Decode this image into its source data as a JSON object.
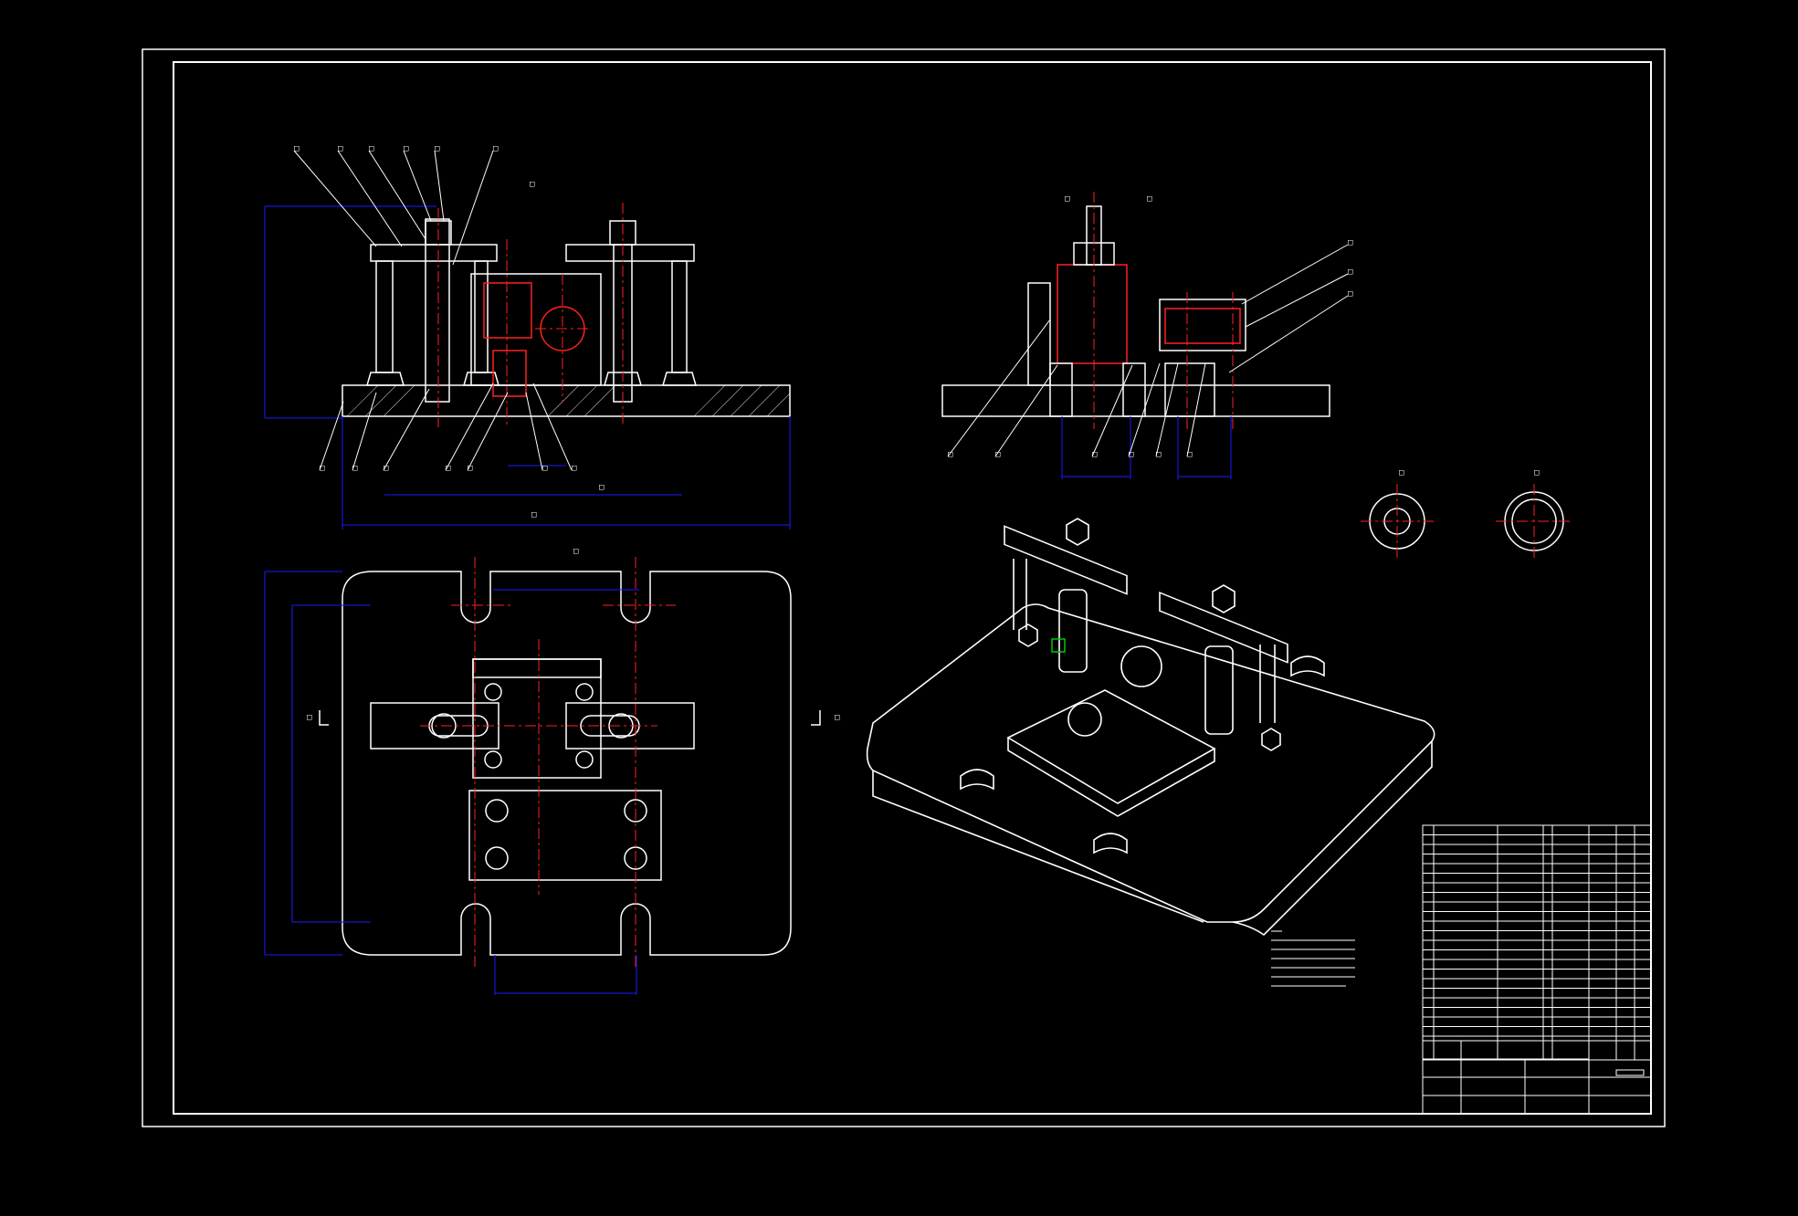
{
  "drawing": {
    "background": "#000000",
    "colors": {
      "outline": "#ffffff",
      "centerline": "#ff0000",
      "dimension": "#1a1aff",
      "section": "#ff2020",
      "accent": "#00c800"
    },
    "callout_label": "□",
    "section_label": "□",
    "views": [
      {
        "name": "front-section-view"
      },
      {
        "name": "side-section-view"
      },
      {
        "name": "top-view"
      },
      {
        "name": "isometric-view"
      },
      {
        "name": "detail-views"
      }
    ]
  },
  "title_block": {
    "parts_list_rows": 22
  }
}
